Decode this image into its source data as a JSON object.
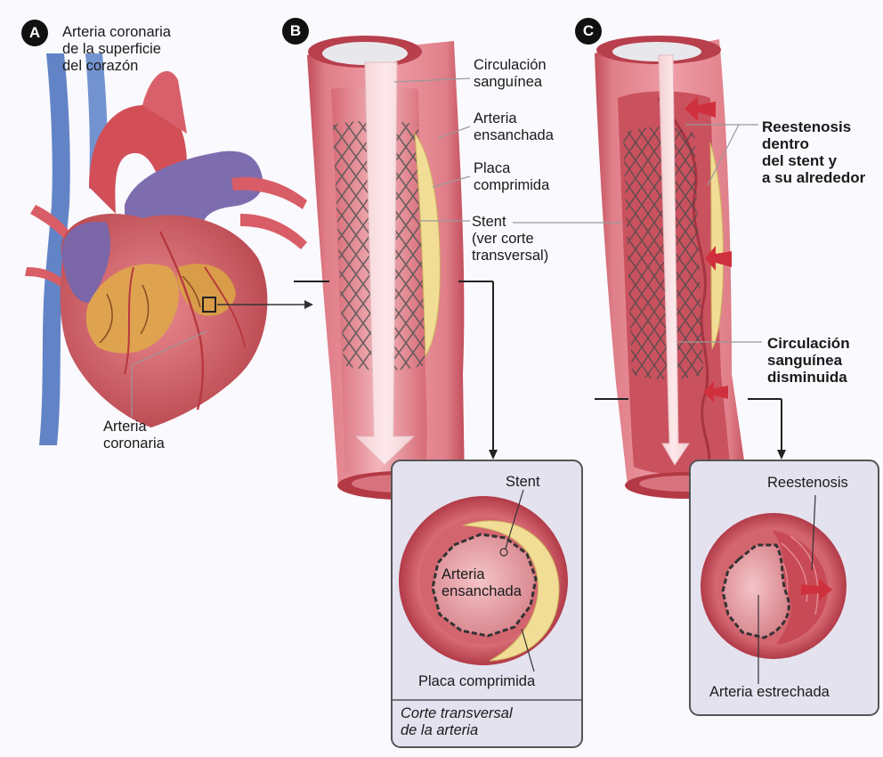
{
  "badges": {
    "a": "A",
    "b": "B",
    "c": "C"
  },
  "panel_a": {
    "surface_label": [
      "Arteria coronaria",
      "de la superficie",
      "del corazón"
    ],
    "coronary_label": [
      "Arteria",
      "coronaria"
    ]
  },
  "panel_b": {
    "blood_flow": [
      "Circulación",
      "sanguínea"
    ],
    "widened_artery": [
      "Arteria",
      "ensanchada"
    ],
    "compressed_plaque": [
      "Placa",
      "comprimida"
    ],
    "stent": [
      "Stent",
      "(ver corte",
      "transversal)"
    ]
  },
  "panel_c": {
    "restenosis": [
      "Reestenosis",
      "dentro",
      "del stent y",
      "a su alrededor"
    ],
    "reduced_flow": [
      "Circulación",
      "sanguínea",
      "disminuida"
    ]
  },
  "inset_b": {
    "stent": "Stent",
    "widened_artery": [
      "Arteria",
      "ensanchada"
    ],
    "compressed_plaque": "Placa comprimida",
    "caption": [
      "Corte transversal",
      "de la arteria"
    ]
  },
  "inset_c": {
    "restenosis": "Reestenosis",
    "narrowed_artery": "Arteria estrechada"
  },
  "colors": {
    "artery_wall": "#d9707a",
    "artery_dark": "#b8404d",
    "vein": "#5f7fc0",
    "plaque": "#f1dd95",
    "inset_bg": "#e4e2ef",
    "stent": "#555555"
  }
}
